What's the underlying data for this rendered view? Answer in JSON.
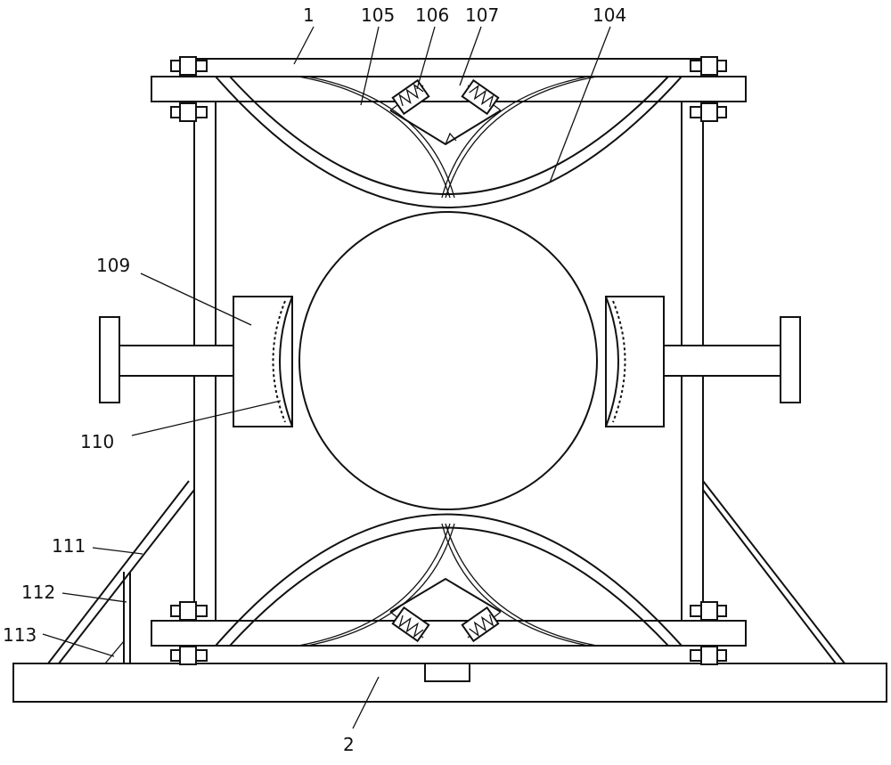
{
  "labels": {
    "frame": "1",
    "base": "2",
    "upper_arc": "104",
    "arc_plate": "105",
    "spring": "106",
    "wedge": "107",
    "clamp_block": "109",
    "pad": "110",
    "brace": "111",
    "post": "112",
    "foot": "113"
  }
}
